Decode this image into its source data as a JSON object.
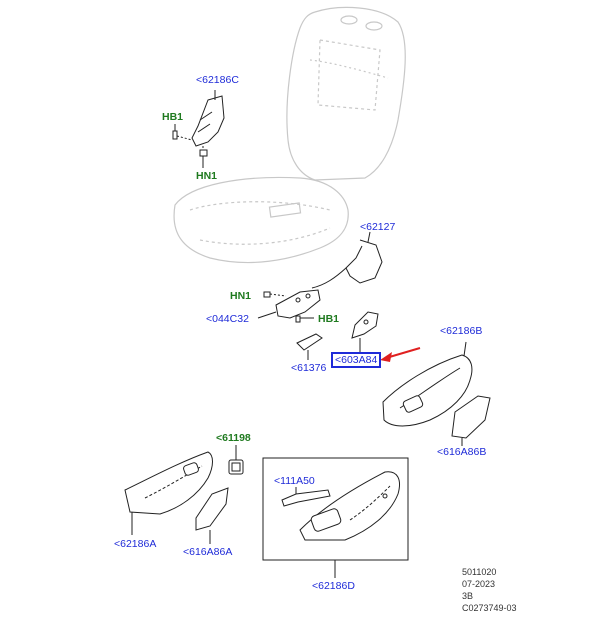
{
  "labels": {
    "p62186C": "<62186C",
    "hb1_top": "HB1",
    "hn1_top": "HN1",
    "p62127": "<62127",
    "hn1_mid": "HN1",
    "p044C32": "<044C32",
    "hb1_mid": "HB1",
    "p61376": "<61376",
    "p603A84": "<603A84",
    "p62186B": "<62186B",
    "p616A86B": "<616A86B",
    "p61198": "<61198",
    "p62186A": "<62186A",
    "p616A86A": "<616A86A",
    "p111A50": "<111A50",
    "p62186D": "<62186D"
  },
  "footer": {
    "line1": "5011020",
    "line2": "07-2023",
    "line3": "3B",
    "line4": "C0273749-03"
  },
  "colors": {
    "label_blue": "#1f2bd8",
    "label_green": "#1f7a1f",
    "highlight_arrow": "#e02020",
    "seat_outline": "#c8c8c8",
    "part_outline": "#222222"
  }
}
